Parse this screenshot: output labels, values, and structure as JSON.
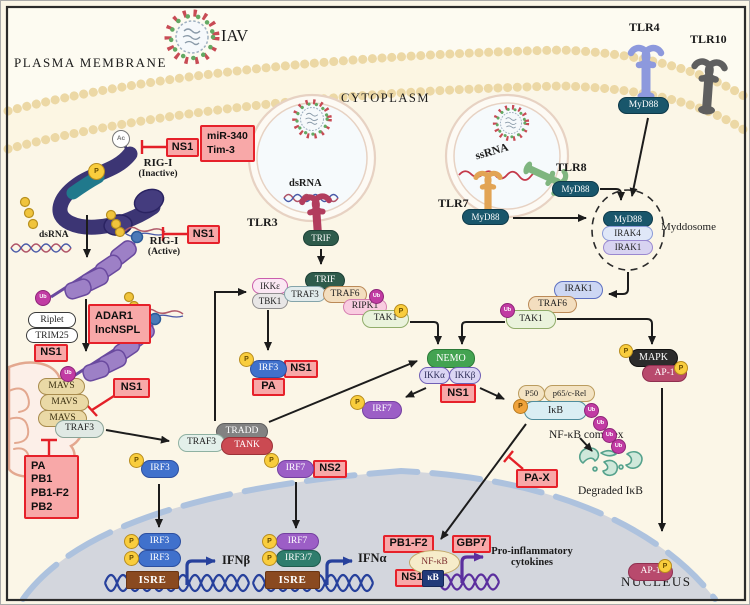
{
  "regions": {
    "plasma_membrane": "PLASMA MEMBRANE",
    "cytoplasm": "CYTOPLASM",
    "nucleus": "NUCLEUS"
  },
  "virus_label": "IAV",
  "receptors": {
    "tlr3": "TLR3",
    "tlr4": "TLR4",
    "tlr7": "TLR7",
    "tlr8": "TLR8",
    "tlr10": "TLR10"
  },
  "rna": {
    "dsrna": "dsRNA",
    "ssrna": "ssRNA"
  },
  "rig_i": {
    "name": "RIG-I",
    "inactive": "(Inactive)",
    "active": "(Active)"
  },
  "tags": {
    "p": "P",
    "ub": "Ub",
    "ac": "Ac"
  },
  "proteins": {
    "myd88": "MyD88",
    "trif": "TRIF",
    "ikke": "IKKε",
    "tbk1": "TBK1",
    "traf3": "TRAF3",
    "traf6": "TRAF6",
    "ripk1": "RIPK1",
    "tak1": "TAK1",
    "tradd": "TRADD",
    "tank": "TANK",
    "mavs": "MAVS",
    "riplet": "Riplet",
    "trim25": "TRIM25",
    "irak1": "IRAK1",
    "irak4": "IRAK4",
    "nemo": "NEMO",
    "ikka": "IKKα",
    "ikkb": "IKKβ",
    "irf3": "IRF3",
    "irf7": "IRF7",
    "irf37": "IRF3/7",
    "p50": "P50",
    "p65": "p65/c-Rel",
    "ikb": "IκB",
    "nfkb": "NF-κB",
    "mapk": "MAPK",
    "ap1": "AP-1"
  },
  "viral_factors": {
    "ns1": "NS1",
    "ns2": "NS2",
    "pa": "PA",
    "pb1": "PB1",
    "pb1f2": "PB1-F2",
    "pb2": "PB2",
    "pax": "PA-X",
    "gbp7": "GBP7",
    "mir340": "miR-340",
    "tim3": "Tim-3",
    "adar1": "ADAR1",
    "lncnspl": "lncNSPL"
  },
  "labels": {
    "myddosome": "Myddosome",
    "nfkb_complex": "NF-κB complex",
    "degraded_ikb": "Degraded IκB"
  },
  "dna_elements": {
    "isre": "ISRE",
    "kb": "κB"
  },
  "outputs": {
    "ifnb": "IFNβ",
    "ifna": "IFNα",
    "cytokines_line1": "Pro-inflammatory",
    "cytokines_line2": "cytokines"
  },
  "colors": {
    "inhibitor_fill": "#f8a8a8",
    "inhibitor_border": "#e6212a",
    "inhibition_red": "#e32028",
    "membrane_bead": "#ecd8a5",
    "nucleus_fill": "#d3d6dd",
    "nuclear_envelope": "#adc2de",
    "background": "#fbf6e7",
    "dna_blue": "#27419c",
    "dna_purple": "#5b2f9e"
  }
}
